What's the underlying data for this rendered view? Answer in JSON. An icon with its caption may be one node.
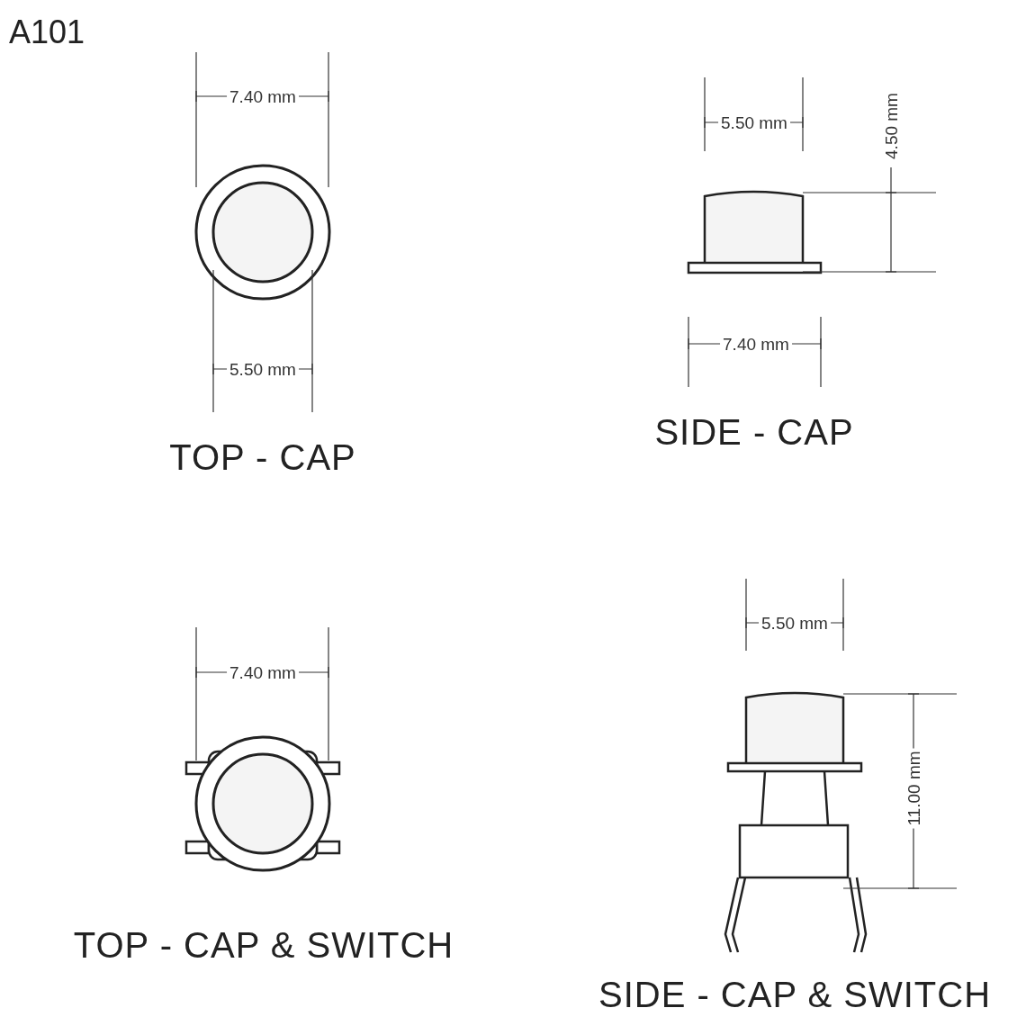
{
  "diagram": {
    "title": "A101",
    "labels": [
      "7.40 mm",
      "5.50 mm",
      "TOP - CAP",
      "5.50 mm",
      "4.50 mm",
      "7.40 mm",
      "SIDE - CAP",
      "7.40 mm",
      "TOP - CAP & SWITCH",
      "5.50 mm",
      "11.00 mm",
      "SIDE - CAP & SWITCH"
    ]
  }
}
